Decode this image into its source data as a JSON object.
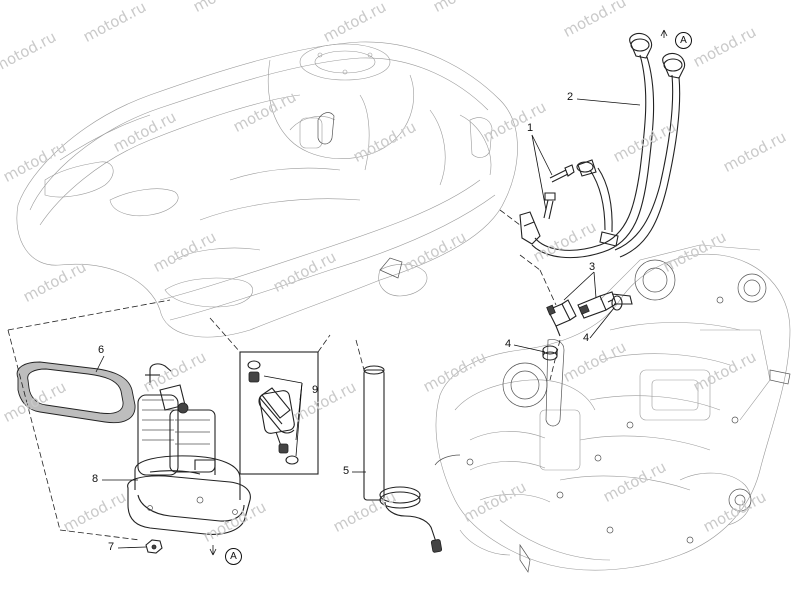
{
  "watermark": "motod.ru",
  "callouts": {
    "c1": "1",
    "c2": "2",
    "c3": "3",
    "c4a": "4",
    "c4b": "4",
    "c5": "5",
    "c6": "6",
    "c7": "7",
    "c8": "8",
    "c9": "9"
  },
  "refs": {
    "ref_top": "A",
    "ref_bottom": "A"
  }
}
